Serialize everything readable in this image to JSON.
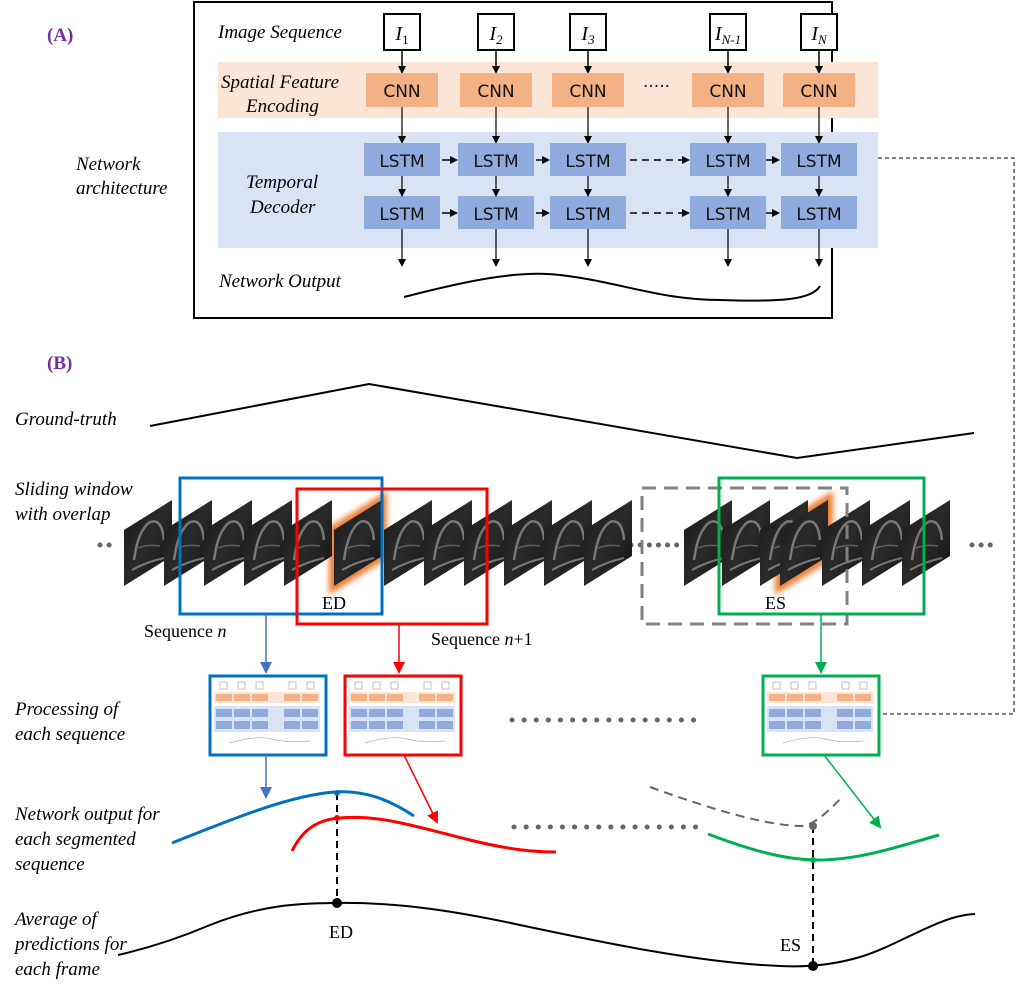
{
  "panels": {
    "a_label": "(A)",
    "b_label": "(B)",
    "label_color": "#7030a0"
  },
  "architecture": {
    "side_label_line1": "Network",
    "side_label_line2": "architecture",
    "row_labels": {
      "image_sequence": "Image Sequence",
      "spatial_line1": "Spatial Feature",
      "spatial_line2": "Encoding",
      "temporal_line1": "Temporal",
      "temporal_line2": "Decoder",
      "network_output": "Network Output"
    },
    "inputs": [
      {
        "base": "I",
        "sub": "1"
      },
      {
        "base": "I",
        "sub": "2"
      },
      {
        "base": "I",
        "sub": "3"
      },
      {
        "base": "I",
        "sub": "N-1"
      },
      {
        "base": "I",
        "sub": "N"
      }
    ],
    "cnn_label": "CNN",
    "lstm_label": "LSTM",
    "ellipsis": "·····",
    "colors": {
      "cnn_fill": "#f4b183",
      "cnn_band": "#fbe5d6",
      "lstm_fill": "#8faadc",
      "lstm_band": "#dae3f3"
    }
  },
  "pipeline": {
    "row_labels": {
      "ground_truth": "Ground-truth",
      "sliding_line1": "Sliding window",
      "sliding_line2": "with overlap",
      "processing_line1": "Processing of",
      "processing_line2": "each sequence",
      "output_line1": "Network output for",
      "output_line2": "each segmented",
      "output_line3": "sequence",
      "average_line1": "Average of",
      "average_line2": "predictions for",
      "average_line3": "each frame"
    },
    "ed_label": "ED",
    "es_label": "ES",
    "sequence_n": {
      "text": "Sequence ",
      "var": "n",
      "suffix": ""
    },
    "sequence_n1": {
      "text": "Sequence ",
      "var": "n",
      "suffix": "+1"
    },
    "colors": {
      "seq_n": "#0070c0",
      "seq_n1": "#ff0000",
      "seq_es": "#00b050",
      "dashed_window": "#808080",
      "highlight": "#ed7d31",
      "arrow_blue": "#4472c4"
    }
  }
}
